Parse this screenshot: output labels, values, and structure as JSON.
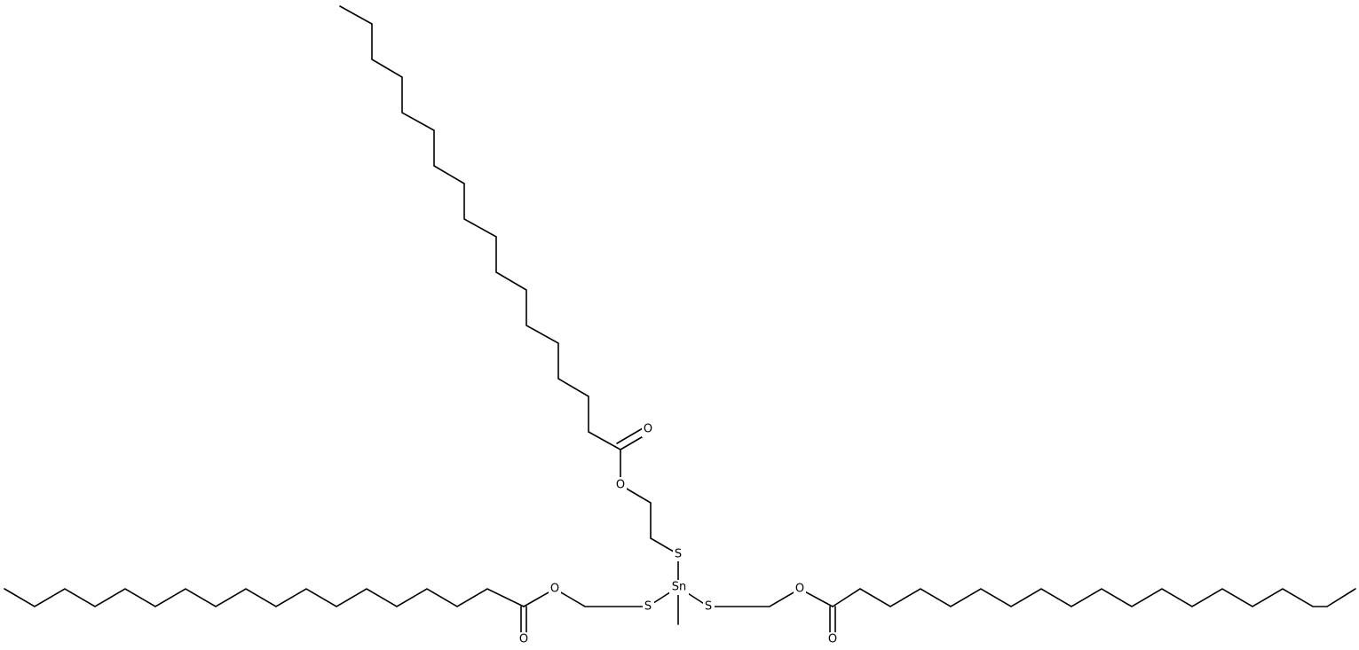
{
  "diagram": {
    "type": "skeletal-structure",
    "atoms": {
      "tin": "Sn",
      "sulfur_top": "S",
      "sulfur_left": "S",
      "sulfur_right": "S",
      "oxygen_top_ester": "O",
      "oxygen_top_carbonyl": "O",
      "oxygen_left_ester": "O",
      "oxygen_left_carbonyl": "O",
      "oxygen_right_ester": "O",
      "oxygen_right_carbonyl": "O"
    },
    "colors": {
      "bond": "#000000",
      "label": "#000000",
      "background": "#ffffff"
    }
  }
}
